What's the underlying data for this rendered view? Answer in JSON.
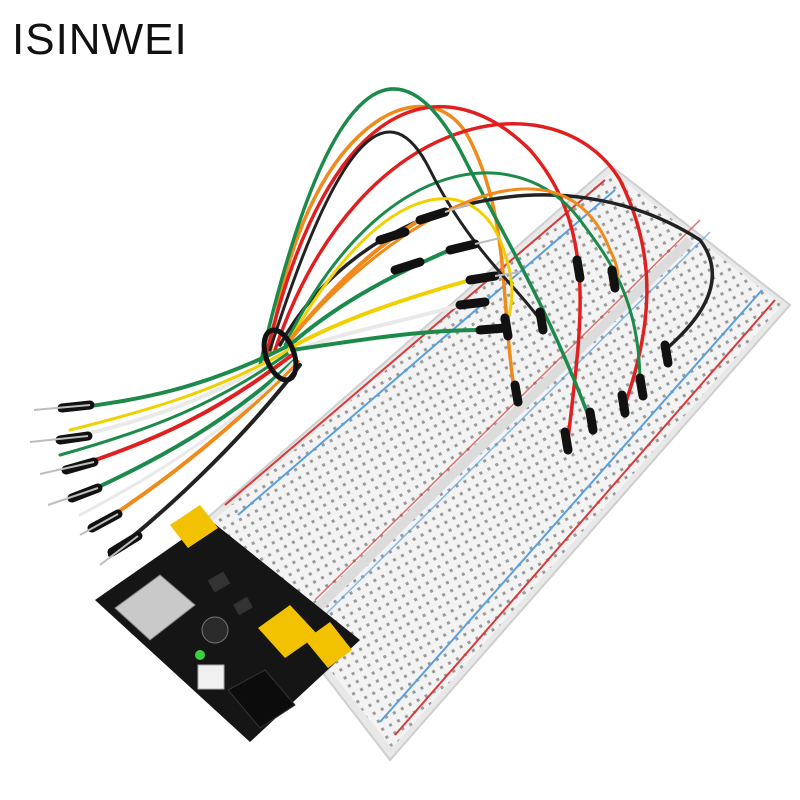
{
  "brand": {
    "text": "ISINWEI"
  },
  "colors": {
    "background": "#ffffff",
    "breadboard": "#f2f2f2",
    "rail_red": "#d83a3a",
    "rail_blue": "#5aa0e0",
    "module_pcb": "#151515",
    "header_yellow": "#f2c200",
    "wire_red": "#e02020",
    "wire_green": "#1b8a4a",
    "wire_orange": "#f08a1a",
    "wire_black": "#222222",
    "wire_white": "#e9e9e9",
    "wire_yellow": "#f0d000"
  },
  "scene": {
    "description_icon": "breadboard-kit-photo",
    "objects": [
      "breadboard",
      "power-supply-module",
      "jumper-wires"
    ]
  }
}
